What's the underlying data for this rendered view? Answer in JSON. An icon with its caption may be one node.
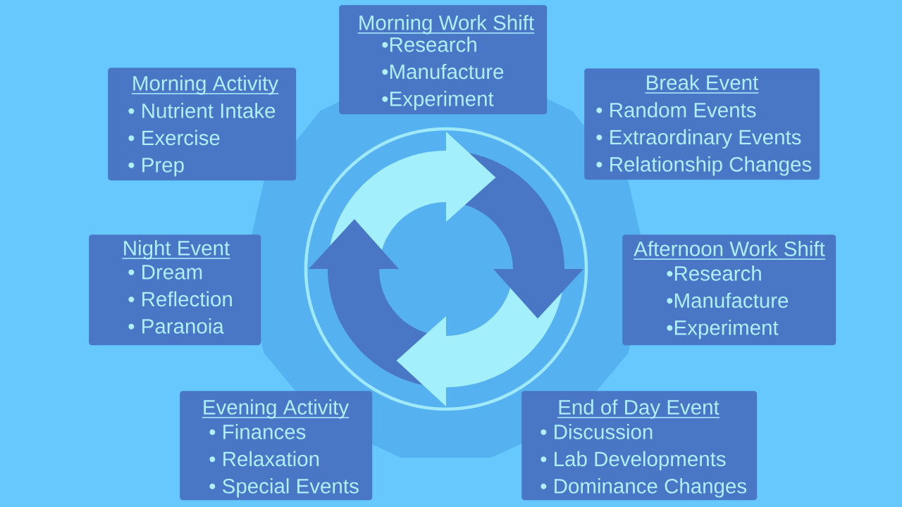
{
  "diagram": {
    "nodes": [
      {
        "text": [
          "Morning Activity",
          "• Nutrient Intake",
          "• Exercise",
          "• Prep"
        ]
      },
      {
        "text": [
          "Morning Work Shift",
          "•Research",
          "•Manufacture",
          "•Experiment"
        ]
      },
      {
        "text": [
          "Break Event",
          "• Random Events",
          "• Extraordinary Events",
          "• Relationship Changes"
        ]
      },
      {
        "text": [
          "Afternoon Work Shift",
          "•Research",
          "•Manufacture",
          "•Experiment"
        ]
      },
      {
        "text": [
          "End of Day Event",
          "• Discussion",
          "• Lab Developments",
          "• Dominance Changes"
        ]
      },
      {
        "text": [
          "Evening Activity",
          "• Finances",
          "• Relaxation",
          "• Special Events"
        ]
      },
      {
        "text": [
          "Night Event",
          "• Dream",
          "• Reflection",
          "• Paranoia"
        ]
      }
    ]
  }
}
